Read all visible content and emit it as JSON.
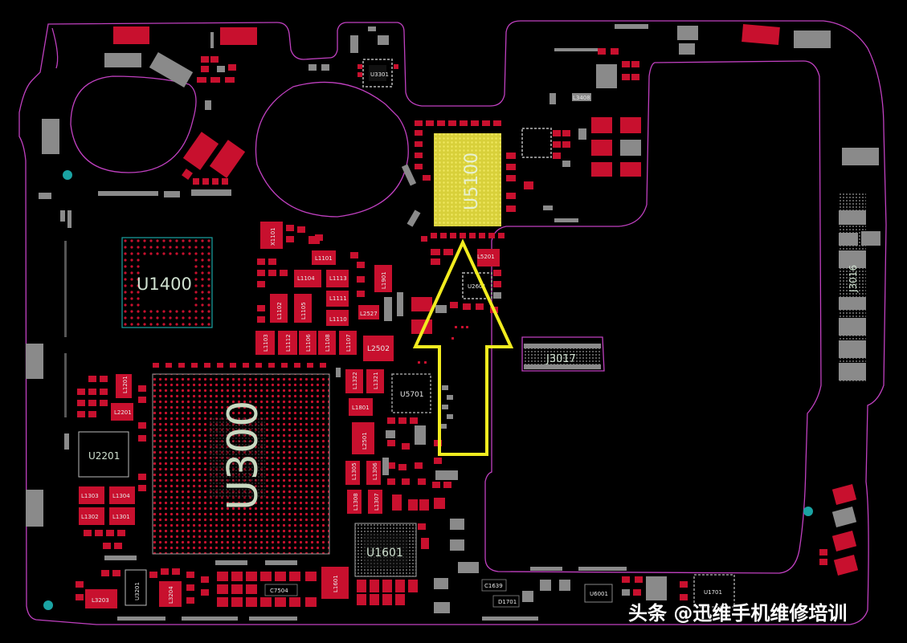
{
  "board": {
    "outline_color": "#c040c0",
    "pad_red": "#c8102e",
    "pad_gray": "#8a8a8a",
    "chip_yellow": "#e6e04a",
    "arrow_color": "#f2ec1f",
    "fiducial_color": "#1aa3a3"
  },
  "labels": {
    "u5100": "U5100",
    "u1400": "U1400",
    "u300": "U300",
    "u1601": "U1601",
    "u2201": "U2201",
    "j3017": "J3017",
    "j3016": "J3016",
    "u5701": "U5701",
    "u2601": "U2601",
    "l2502": "L2502",
    "l1101": "L1101",
    "l1104": "L1104",
    "l1113": "L1113",
    "l1111": "L1111",
    "l1110": "L1110",
    "l1102": "L1102",
    "l1105": "L1105",
    "l1103": "L1103",
    "l1112": "L1112",
    "l1106": "L1106",
    "l1108": "L1108",
    "l1107": "L1107",
    "l1801": "L1801",
    "l1322": "L1322",
    "l1321": "L1321",
    "l2201": "L2201",
    "l1303": "L1303",
    "l1304": "L1304",
    "l1302": "L1302",
    "l1301": "L1301",
    "l1305": "L1305",
    "l1306": "L1306",
    "l1308": "L1308",
    "l1307": "L1307",
    "l2501": "L2501",
    "l5201": "L5201",
    "c7504": "C7504",
    "l1601": "L1601",
    "l3203": "L3203",
    "u3201": "U3201",
    "l3204": "L3204",
    "u6001": "U6001",
    "u1701": "U1701",
    "c1639": "C1639",
    "d1701": "D1701",
    "l1901": "L1901",
    "l2527": "L2527",
    "x1101": "X1101",
    "u3301": "U3301"
  },
  "watermark": {
    "text": "头条 @迅维手机维修培训"
  }
}
